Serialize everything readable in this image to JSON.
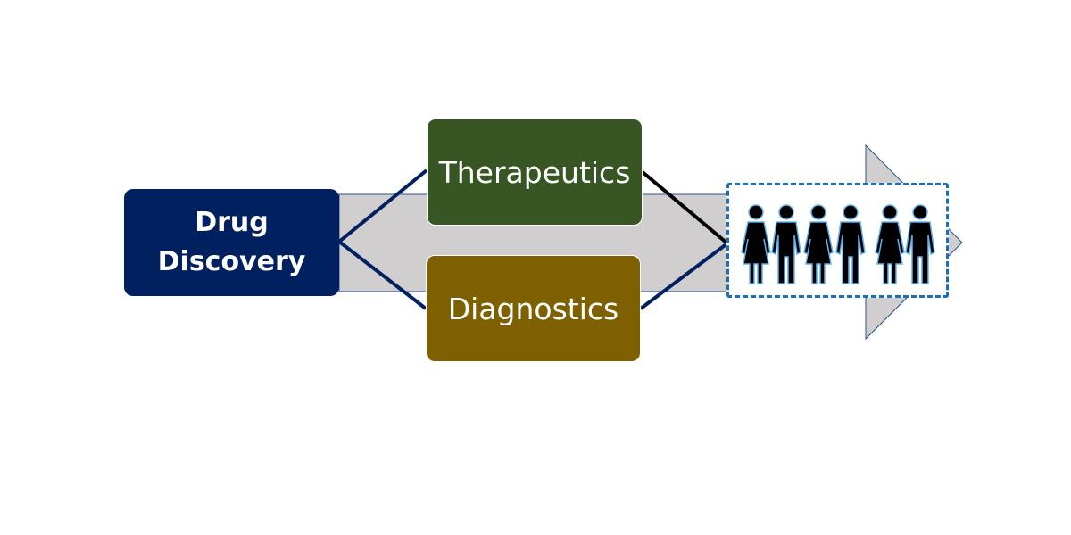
{
  "diagram": {
    "source": {
      "label_line1": "Drug",
      "label_line2": "Discovery",
      "color": "#002060"
    },
    "branches": [
      {
        "label": "Therapeutics",
        "color": "#375623"
      },
      {
        "label": "Diagnostics",
        "color": "#7F6000"
      }
    ],
    "target": {
      "icon": "people-holding-hands-icon",
      "count": 6,
      "pattern": [
        "female",
        "male",
        "female",
        "male",
        "female",
        "male"
      ],
      "border_color": "#1a6fb8"
    },
    "arrow": {
      "fill": "#d0cece",
      "stroke": "#2f4f8f"
    },
    "connectors": {
      "left_color": "#002060",
      "right_upper_color": "#000000",
      "right_lower_color": "#002060"
    }
  }
}
